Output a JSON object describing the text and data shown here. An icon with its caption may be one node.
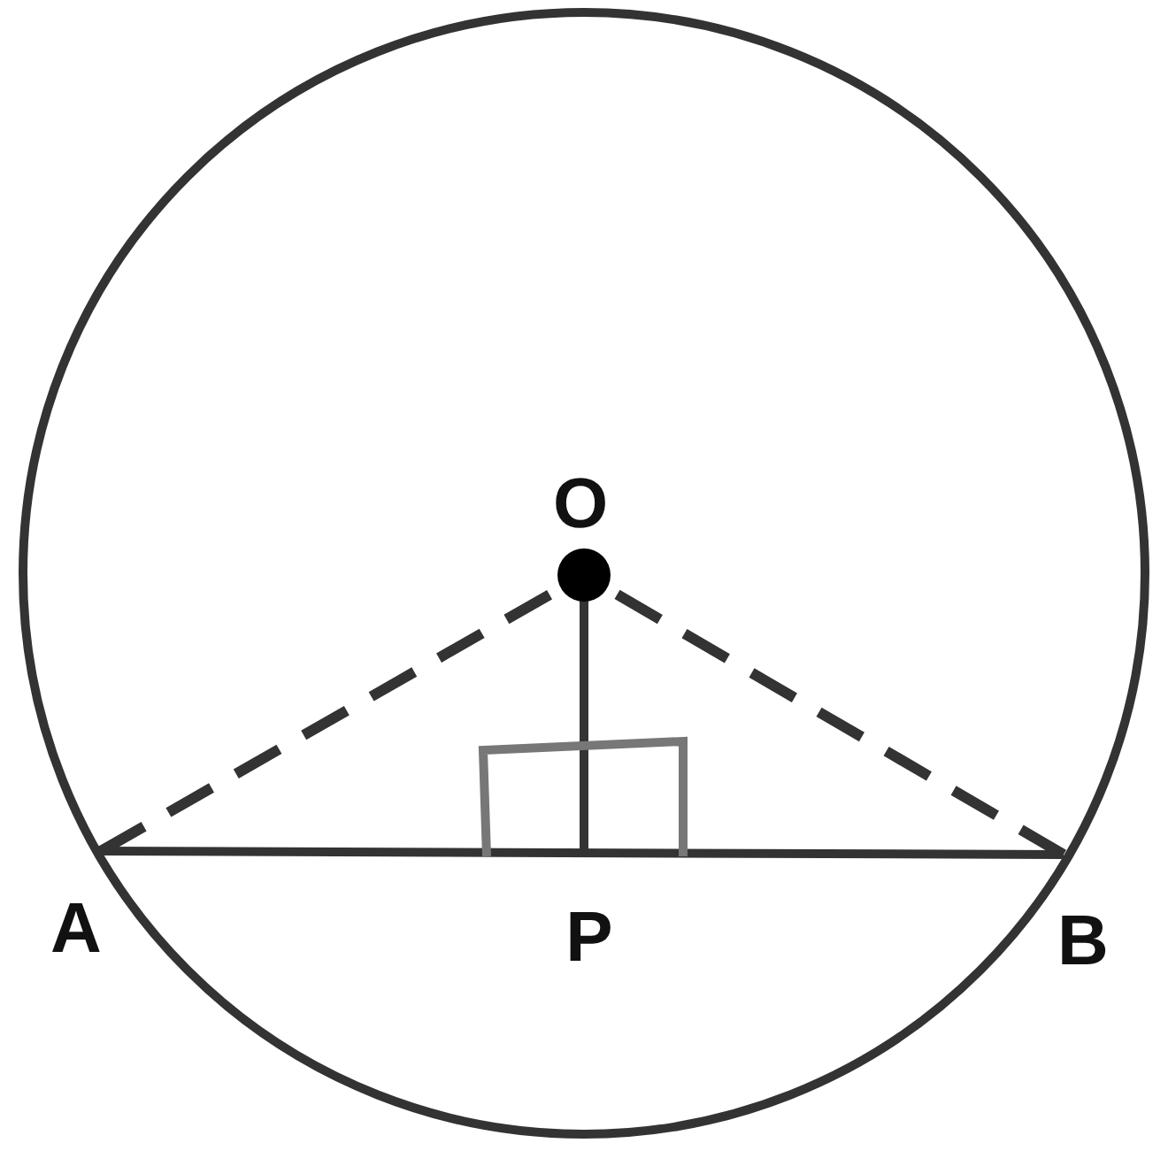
{
  "diagram": {
    "labels": [
      "O",
      "A",
      "P",
      "B"
    ]
  }
}
